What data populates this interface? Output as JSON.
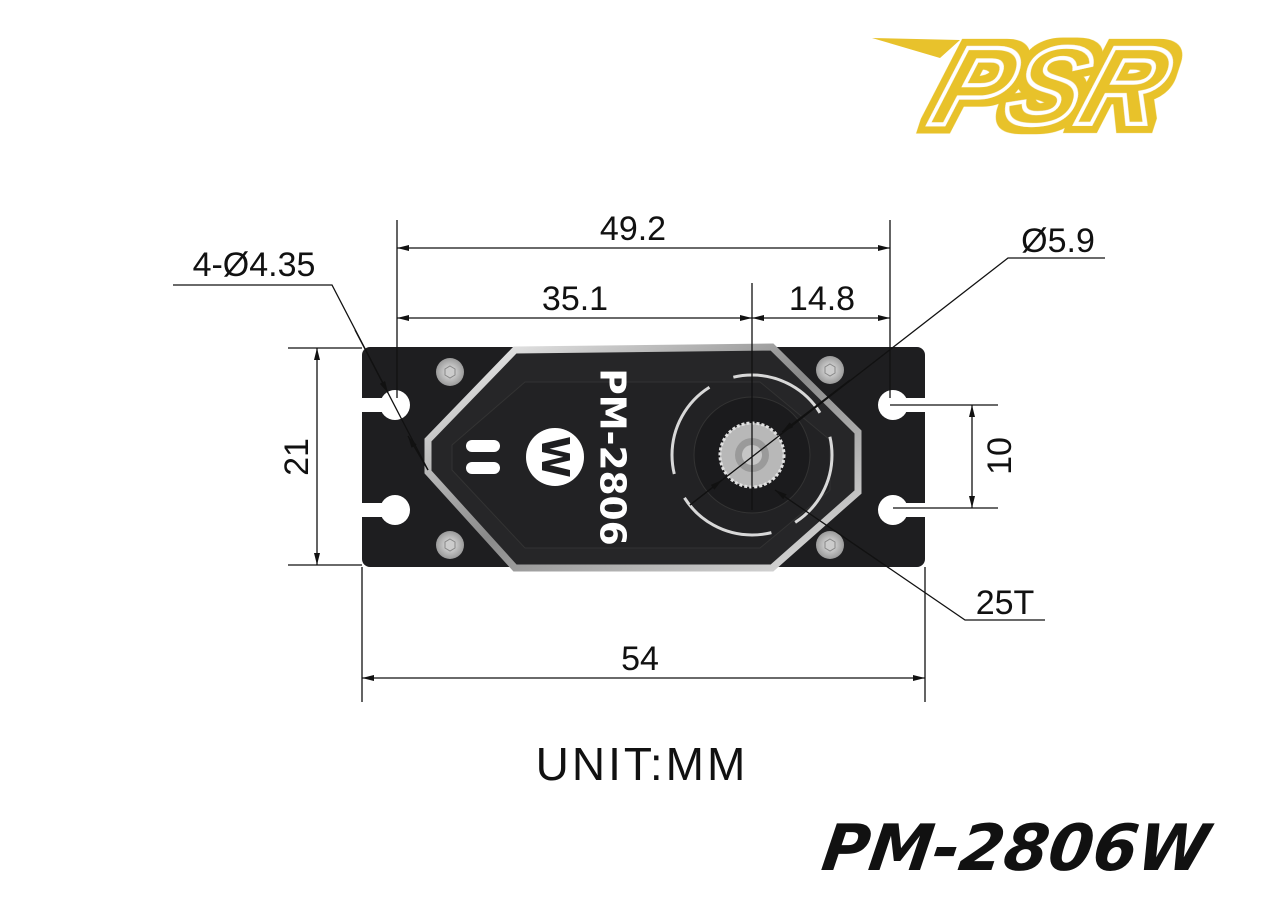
{
  "logo": {
    "text": "PSR",
    "color": "#e8c22c"
  },
  "dimensions": {
    "overall_hole_spacing": "49.2",
    "hole_to_shaft": "35.1",
    "shaft_to_hole": "14.8",
    "mount_holes": "4-Ø4.35",
    "shaft_diameter": "Ø5.9",
    "height": "21",
    "hole_vertical_spacing": "10",
    "spline": "25T",
    "overall_length": "54"
  },
  "servo": {
    "label": "PM-2806",
    "badge": "W",
    "body_color": "#1e1e20"
  },
  "unit_label": "UNIT:MM",
  "model_title": "PM-2806W"
}
